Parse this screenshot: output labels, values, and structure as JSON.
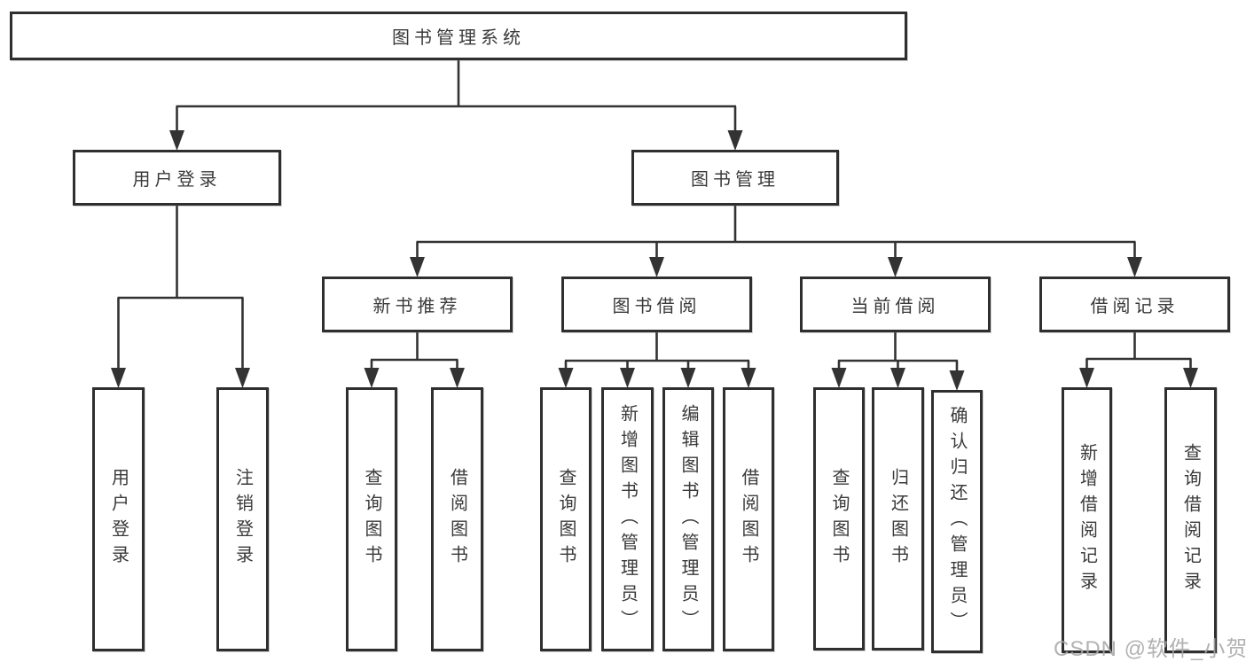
{
  "diagram": {
    "root_label": "图书管理系统",
    "nodes": [
      {
        "id": "root",
        "label": "图书管理系统"
      },
      {
        "id": "user-login",
        "label": "用户登录"
      },
      {
        "id": "book-mgmt",
        "label": "图书管理"
      },
      {
        "id": "login-action",
        "label": "用户登录"
      },
      {
        "id": "logout-action",
        "label": "注销登录"
      },
      {
        "id": "new-rec",
        "label": "新书推荐"
      },
      {
        "id": "book-borrow",
        "label": "图书借阅"
      },
      {
        "id": "cur-borrow",
        "label": "当前借阅"
      },
      {
        "id": "borrow-records",
        "label": "借阅记录"
      },
      {
        "id": "nr-query",
        "label": "查询图书"
      },
      {
        "id": "nr-borrow",
        "label": "借阅图书"
      },
      {
        "id": "bb-query",
        "label": "查询图书"
      },
      {
        "id": "bb-add",
        "label": "新增图书（管理员）"
      },
      {
        "id": "bb-edit",
        "label": "编辑图书（管理员）"
      },
      {
        "id": "bb-borrow",
        "label": "借阅图书"
      },
      {
        "id": "cb-query",
        "label": "查询图书"
      },
      {
        "id": "cb-return",
        "label": "归还图书"
      },
      {
        "id": "cb-confirm",
        "label": "确认归还（管理员）"
      },
      {
        "id": "br-add",
        "label": "新增借阅记录"
      },
      {
        "id": "br-query",
        "label": "查询借阅记录"
      }
    ],
    "edges": [
      {
        "from": "root",
        "to": [
          "user-login",
          "book-mgmt"
        ]
      },
      {
        "from": "user-login",
        "to": [
          "login-action",
          "logout-action"
        ]
      },
      {
        "from": "book-mgmt",
        "to": [
          "new-rec",
          "book-borrow",
          "cur-borrow",
          "borrow-records"
        ]
      },
      {
        "from": "new-rec",
        "to": [
          "nr-query",
          "nr-borrow"
        ]
      },
      {
        "from": "book-borrow",
        "to": [
          "bb-query",
          "bb-add",
          "bb-edit",
          "bb-borrow"
        ]
      },
      {
        "from": "cur-borrow",
        "to": [
          "cb-query",
          "cb-return",
          "cb-confirm"
        ]
      },
      {
        "from": "borrow-records",
        "to": [
          "br-add",
          "br-query"
        ]
      }
    ]
  },
  "watermark": {
    "text": "CSDN @软件_小贺同学"
  },
  "colors": {
    "background": "#ffffff",
    "line": "#333333",
    "box_border": "#2f2f2f",
    "box_fill": "#ffffff",
    "text": "#3a3a3a",
    "watermark": "#a8a8a8"
  }
}
